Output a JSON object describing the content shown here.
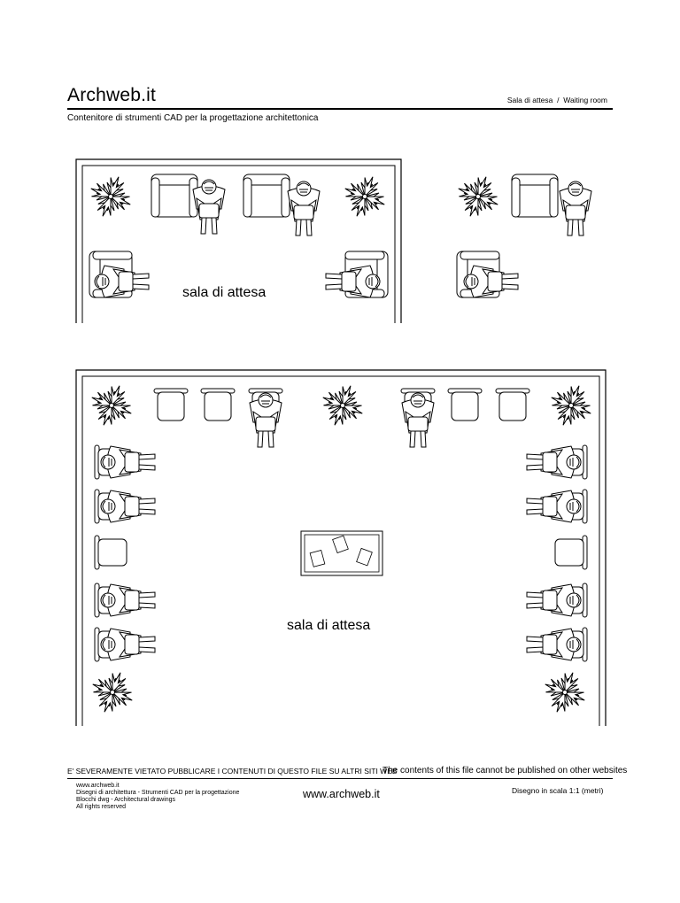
{
  "header": {
    "brand": "Archweb.it",
    "subtitle": "Contenitore di strumenti CAD per la progettazione architettonica",
    "title_it": "Sala di attesa",
    "title_sep": "/",
    "title_en": "Waiting room"
  },
  "drawing": {
    "room1_label": "sala di attesa",
    "room2_label": "sala di attesa"
  },
  "footer": {
    "notice_it": "E' SEVERAMENTE VIETATO PUBBLICARE I CONTENUTI DI QUESTO FILE SU ALTRI SITI WEB",
    "notice_en": "The contents of this file cannot be published on other websites",
    "left_lines": [
      "www.archweb.it",
      "Disegni di architettura - Strumenti CAD  per la progettazione",
      "Blocchi dwg - Architectural drawings",
      "All rights reserved"
    ],
    "site": "www.archweb.it",
    "scale": "Disegno in scala 1:1 (metri)"
  },
  "colors": {
    "ink": "#000000",
    "paper": "#ffffff"
  },
  "icons": [
    "plant-icon",
    "armchair-icon",
    "seated-person-icon",
    "chair-icon",
    "coffee-table-icon",
    "paper-icon"
  ]
}
